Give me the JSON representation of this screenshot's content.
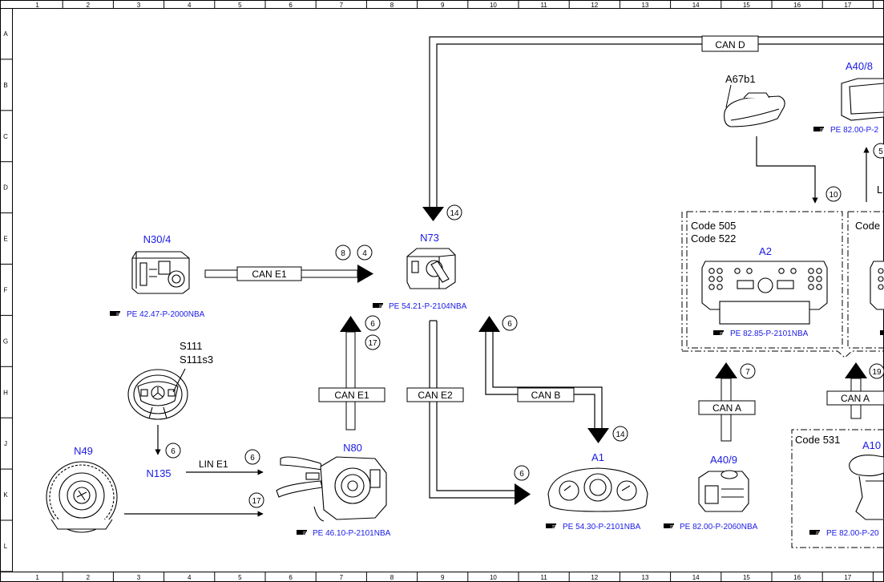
{
  "grid": {
    "cols": [
      "1",
      "2",
      "3",
      "4",
      "5",
      "6",
      "7",
      "8",
      "9",
      "10",
      "11",
      "12",
      "13",
      "14",
      "15",
      "16",
      "17"
    ],
    "rows": [
      "A",
      "B",
      "C",
      "D",
      "E",
      "F",
      "G",
      "H",
      "J",
      "K",
      "L"
    ]
  },
  "components": {
    "n30_4": {
      "label": "N30/4",
      "ref": "PE 42.47-P-2000NBA"
    },
    "n73": {
      "label": "N73",
      "ref": "PE 54.21-P-2104NBA"
    },
    "a67b1": {
      "label": "A67b1"
    },
    "a40_8": {
      "label": "A40/8",
      "ref": "PE 82.00-P-2"
    },
    "a2": {
      "label": "A2",
      "ref": "PE 82.85-P-2101NBA"
    },
    "s111": {
      "label1": "S111",
      "label2": "S111s3"
    },
    "n135": {
      "label": "N135"
    },
    "n49": {
      "label": "N49"
    },
    "n80": {
      "label": "N80",
      "ref": "PE 46.10-P-2101NBA"
    },
    "a1": {
      "label": "A1",
      "ref": "PE 54.30-P-2101NBA"
    },
    "a40_9": {
      "label": "A40/9",
      "ref": "PE 82.00-P-2060NBA"
    },
    "a108": {
      "label": "A10",
      "ref": "PE 82.00-P-20"
    }
  },
  "codes": {
    "code505": "Code 505",
    "code522": "Code 522",
    "code_right": "Code",
    "code531": "Code 531"
  },
  "buses": {
    "can_d": "CAN D",
    "can_e1_top": "CAN E1",
    "can_e1_vertical": "CAN E1",
    "can_e2": "CAN E2",
    "can_b": "CAN B",
    "can_a_1": "CAN A",
    "can_a_2": "CAN A",
    "lin_e1": "LIN E1",
    "lin_partial": "L"
  },
  "markers": {
    "m8": "8",
    "m4": "4",
    "m14_top": "14",
    "m6_n73": "6",
    "m17_n73": "17",
    "m6_canb": "6",
    "m14_a1": "14",
    "m6_n135": "6",
    "m6_lin": "6",
    "m17_lin": "17",
    "m6_a1": "6",
    "m7": "7",
    "m10": "10",
    "m19": "19",
    "m5": "5"
  },
  "ref_icon": "hand-pointer-icon"
}
